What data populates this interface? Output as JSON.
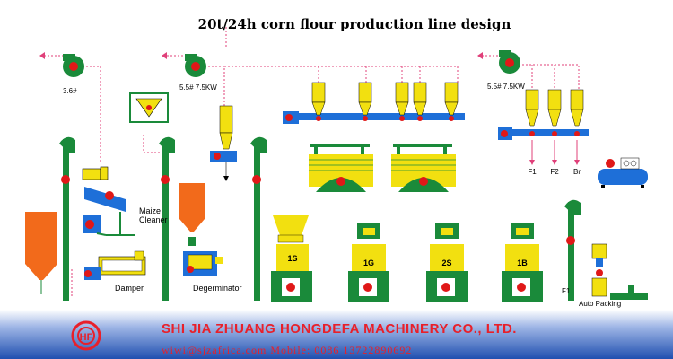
{
  "title": "20t/24h corn flour production line design",
  "colors": {
    "green": "#1a8a3a",
    "yellow": "#f2e010",
    "orange": "#f26a1b",
    "blue": "#1e6fd8",
    "red": "#e01818",
    "pink": "#e0407a",
    "footer_band": "#1f4fb0",
    "footer_text": "#e8202a"
  },
  "fan_labels": {
    "fan1": "3.6#",
    "fan2": "5.5# 7.5KW",
    "fan3": "5.5# 7.5KW"
  },
  "machine_labels": {
    "maize_cleaner_line1": "Maize",
    "maize_cleaner_line2": "Cleaner",
    "damper": "Damper",
    "degerminator": "Degerminator",
    "auto_packing": "Auto Packing",
    "packing_inlet": "F1"
  },
  "mills": [
    "1S",
    "1G",
    "2S",
    "1B"
  ],
  "outputs": [
    "F1",
    "F2",
    "Br"
  ],
  "footer": {
    "logo_text": "HF",
    "company": "SHI JIA ZHUANG HONGDEFA MACHINERY CO., LTD.",
    "contact": "wiwi@sjzafrica.com Mobile: 0086 13722890692"
  }
}
